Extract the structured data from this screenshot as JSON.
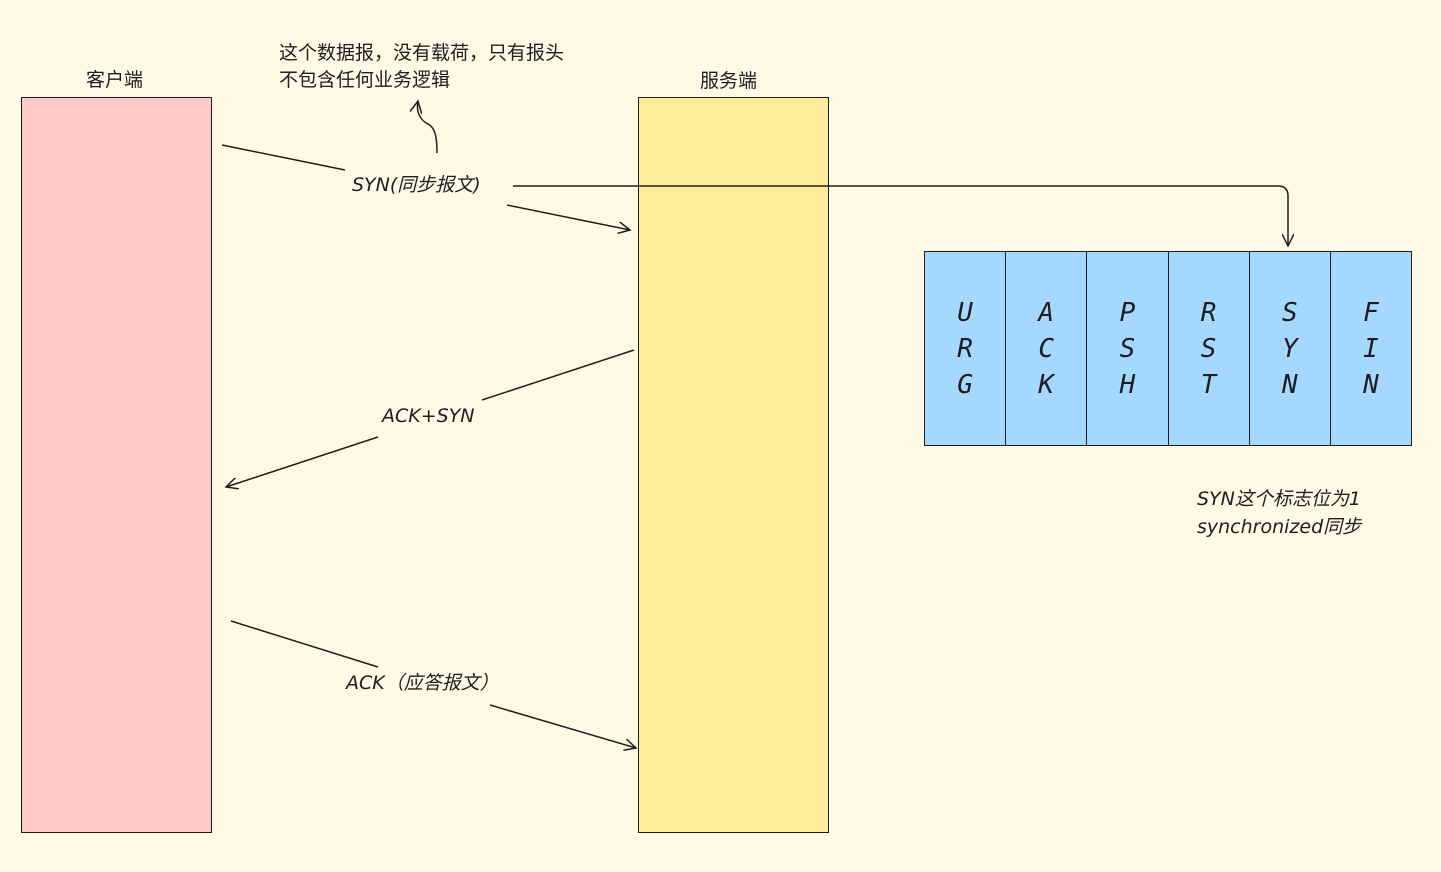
{
  "client": {
    "label": "客户端"
  },
  "server": {
    "label": "服务端"
  },
  "note": {
    "line1": "这个数据报，没有载荷，只有报头",
    "line2": "不包含任何业务逻辑"
  },
  "messages": {
    "syn": "SYN(同步报文)",
    "ack_syn": "ACK+SYN",
    "ack": "ACK（应答报文）"
  },
  "flags": [
    {
      "letters": [
        "U",
        "R",
        "G"
      ]
    },
    {
      "letters": [
        "A",
        "C",
        "K"
      ]
    },
    {
      "letters": [
        "P",
        "S",
        "H"
      ]
    },
    {
      "letters": [
        "R",
        "S",
        "T"
      ]
    },
    {
      "letters": [
        "S",
        "Y",
        "N"
      ]
    },
    {
      "letters": [
        "F",
        "I",
        "N"
      ]
    }
  ],
  "syn_note": {
    "line1": "SYN这个标志位为1",
    "line2": "synchronized同步"
  },
  "colors": {
    "background": "#fff9e6",
    "client": "#ffc9c9",
    "server": "#ffec99",
    "flags": "#a5d8ff",
    "stroke": "#1e1e1e"
  }
}
